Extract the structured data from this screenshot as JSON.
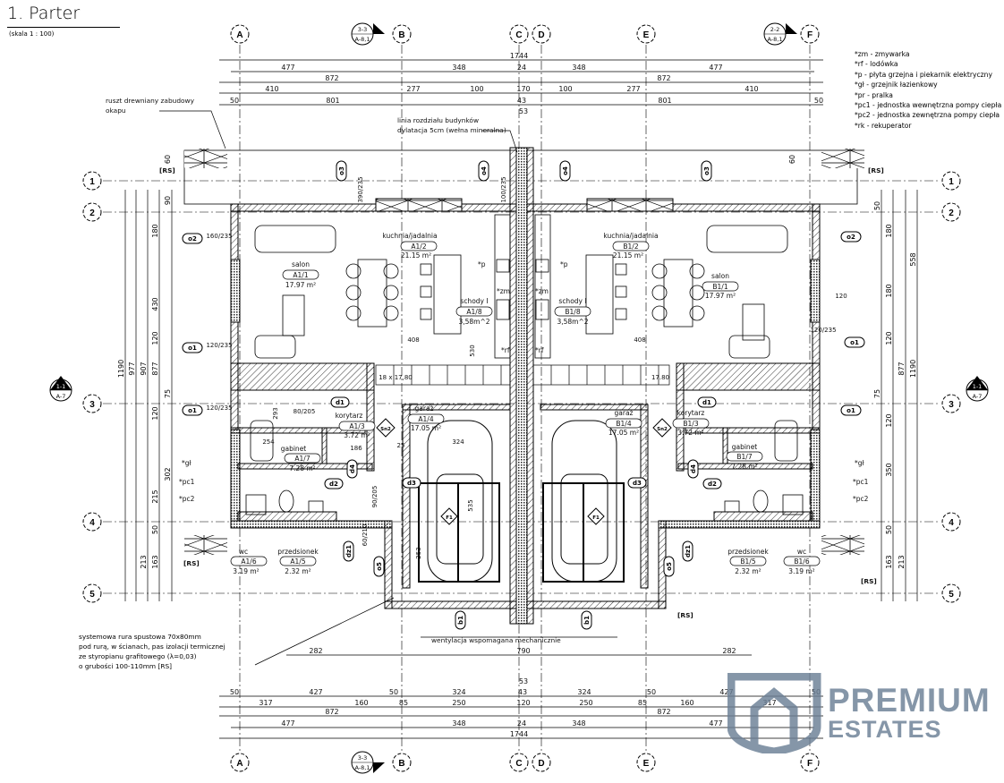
{
  "header": {
    "title": "1. Parter",
    "scale": "(skala 1 : 100)"
  },
  "legend": [
    "*zm - zmywarka",
    "*rf - lodówka",
    "*p - płyta grzejna i piekarnik elektryczny",
    "*gł - grzejnik łazienkowy",
    "*pr - pralka",
    "*pc1 - jednostka wewnętrzna pompy ciepła",
    "*pc2 - jednostka zewnętrzna pompy ciepła",
    "*rk - rekuperator"
  ],
  "notes": {
    "ruszt": [
      "ruszt drewniany zabudowy",
      "okapu"
    ],
    "dylatacja": [
      "linia rozdziału budynków",
      "dylatacja 5cm (wełna mineralna)"
    ],
    "wentylacja": "wentylacja wspomagana mechanicznie",
    "rura": [
      "systemowa rura spustowa 70x80mm",
      "pod rurą, w ścianach, pas izolacji termicznej",
      "ze styropianu grafitowego (λ=0,03)",
      "o grubości 100-110mm [RS]"
    ],
    "rs": "[RS]"
  },
  "axes": {
    "columns": [
      "A",
      "B",
      "C",
      "D",
      "E",
      "F"
    ],
    "rows": [
      "1",
      "2",
      "3",
      "4",
      "5"
    ],
    "sections": [
      {
        "id": "3-3",
        "ref": "A-8,1"
      },
      {
        "id": "2-2",
        "ref": "A-8,1"
      },
      {
        "id": "1-1",
        "ref": "A-7"
      }
    ]
  },
  "dims_top": {
    "r1": [
      "1744"
    ],
    "r2": [
      "477",
      "348",
      "24",
      "348",
      "477"
    ],
    "r3": [
      "872",
      "872"
    ],
    "r4": [
      "410",
      "277",
      "100",
      "170",
      "100",
      "277",
      "410"
    ],
    "r5": [
      "50",
      "801",
      "43",
      "801",
      "50"
    ],
    "r6": [
      "53"
    ]
  },
  "dims_bottom": {
    "r0": [
      "53"
    ],
    "r1": [
      "50",
      "427",
      "50",
      "324",
      "43",
      "324",
      "50",
      "427",
      "50"
    ],
    "r2": [
      "317",
      "160",
      "85",
      "250",
      "120",
      "250",
      "85",
      "160",
      "317"
    ],
    "r3": [
      "872",
      "872"
    ],
    "r4": [
      "477",
      "348",
      "24",
      "348",
      "477"
    ],
    "r5": [
      "1744"
    ],
    "r6": [
      "282",
      "790",
      "282"
    ]
  },
  "dims_side": {
    "left": [
      "90",
      "180",
      "430",
      "120",
      "75",
      "120",
      "302",
      "215",
      "50",
      "163",
      "213",
      "907",
      "977",
      "1190",
      "877",
      "60"
    ],
    "right": [
      "50",
      "180",
      "180",
      "120",
      "75",
      "120",
      "350",
      "50",
      "163",
      "213",
      "877",
      "1190",
      "558",
      "60"
    ]
  },
  "rooms": [
    {
      "name": "salon",
      "id": "A1/1",
      "area": "17.97 m²"
    },
    {
      "name": "kuchnia/jadalnia",
      "id": "A1/2",
      "area": "21.15 m²"
    },
    {
      "name": "schody I",
      "id": "A1/8",
      "area": "3,58m^2"
    },
    {
      "name": "korytarz",
      "id": "A1/3",
      "area": "3.72 m²"
    },
    {
      "name": "garaż",
      "id": "A1/4",
      "area": "17.05 m²"
    },
    {
      "name": "gabinet",
      "id": "A1/7",
      "area": "7.28 m²"
    },
    {
      "name": "wc",
      "id": "A1/6",
      "area": "3.19 m²"
    },
    {
      "name": "przedsionek",
      "id": "A1/5",
      "area": "2.32 m²"
    },
    {
      "name": "salon",
      "id": "B1/1",
      "area": "17.97 m²"
    },
    {
      "name": "kuchnia/jadalnia",
      "id": "B1/2",
      "area": "21.15 m²"
    },
    {
      "name": "schody I",
      "id": "B1/8",
      "area": "3,58m^2"
    },
    {
      "name": "korytarz",
      "id": "B1/3",
      "area": "3.72 m²"
    },
    {
      "name": "garaż",
      "id": "B1/4",
      "area": "17.05 m²"
    },
    {
      "name": "gabinet",
      "id": "B1/7",
      "area": "7.28 m²"
    },
    {
      "name": "wc",
      "id": "B1/6",
      "area": "3.19 m²"
    },
    {
      "name": "przedsionek",
      "id": "B1/5",
      "area": "2.32 m²"
    }
  ],
  "tags": {
    "windows": [
      "o1",
      "o2",
      "o3",
      "o4",
      "o5",
      "o1",
      "o2",
      "o3",
      "o4",
      "o5",
      "o1",
      "o1"
    ],
    "doors": [
      "d1",
      "d2",
      "d3",
      "d4",
      "dz1",
      "d1",
      "d2",
      "d3",
      "d4",
      "dz1"
    ],
    "gates": [
      "b1",
      "b1"
    ],
    "diamonds": [
      "Sn2",
      "F1",
      "Sn2",
      "F1"
    ],
    "equipment": [
      "*p",
      "*zm",
      "*rf",
      "*gł",
      "*pc1",
      "*pc2",
      "*p",
      "*zm",
      "*rf",
      "*gł",
      "*pc1",
      "*pc2"
    ],
    "window_dims": [
      "160/235",
      "120/235",
      "120/235",
      "120/235",
      "390/235",
      "100/235",
      "80/205",
      "90/205",
      "60/210",
      "408",
      "530",
      "535",
      "253",
      "324",
      "254",
      "186",
      "25",
      "293",
      "120",
      "408",
      "17.80",
      "18 x 17,80"
    ]
  },
  "logo": {
    "line1": "PREMIUM",
    "line2": "ESTATES"
  }
}
